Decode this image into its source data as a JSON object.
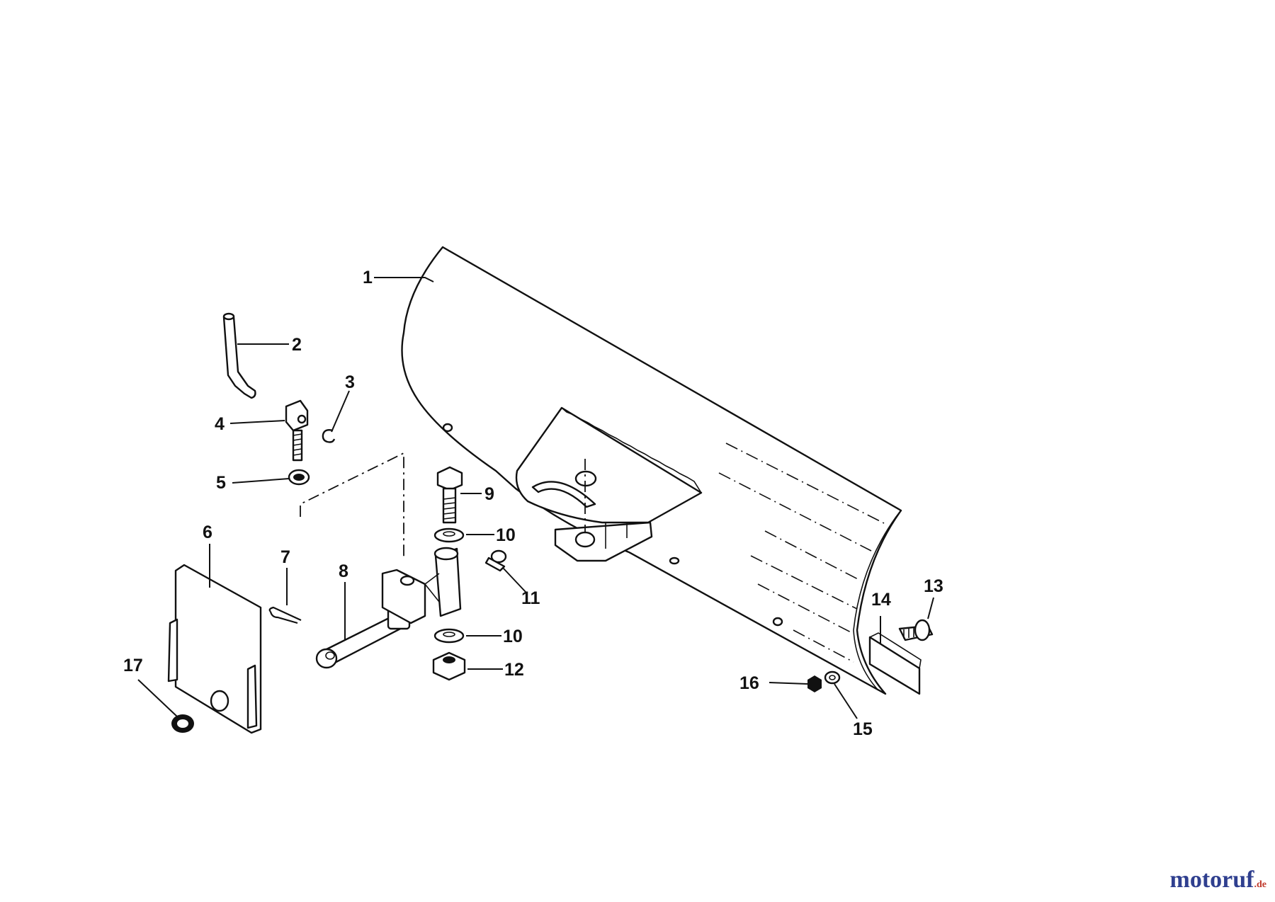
{
  "callouts": [
    {
      "id": "1",
      "label": "1"
    },
    {
      "id": "2",
      "label": "2"
    },
    {
      "id": "3",
      "label": "3"
    },
    {
      "id": "4",
      "label": "4"
    },
    {
      "id": "5",
      "label": "5"
    },
    {
      "id": "6",
      "label": "6"
    },
    {
      "id": "7",
      "label": "7"
    },
    {
      "id": "8",
      "label": "8"
    },
    {
      "id": "9",
      "label": "9"
    },
    {
      "id": "10a",
      "label": "10"
    },
    {
      "id": "10b",
      "label": "10"
    },
    {
      "id": "11",
      "label": "11"
    },
    {
      "id": "12",
      "label": "12"
    },
    {
      "id": "13",
      "label": "13"
    },
    {
      "id": "14",
      "label": "14"
    },
    {
      "id": "15",
      "label": "15"
    },
    {
      "id": "16",
      "label": "16"
    },
    {
      "id": "17",
      "label": "17"
    }
  ],
  "watermark": {
    "brand_a": "moto",
    "brand_b": "ruf",
    "tld": ".de",
    "color": "#2f3f8f"
  },
  "colors": {
    "ink": "#111111",
    "background": "#ffffff"
  }
}
